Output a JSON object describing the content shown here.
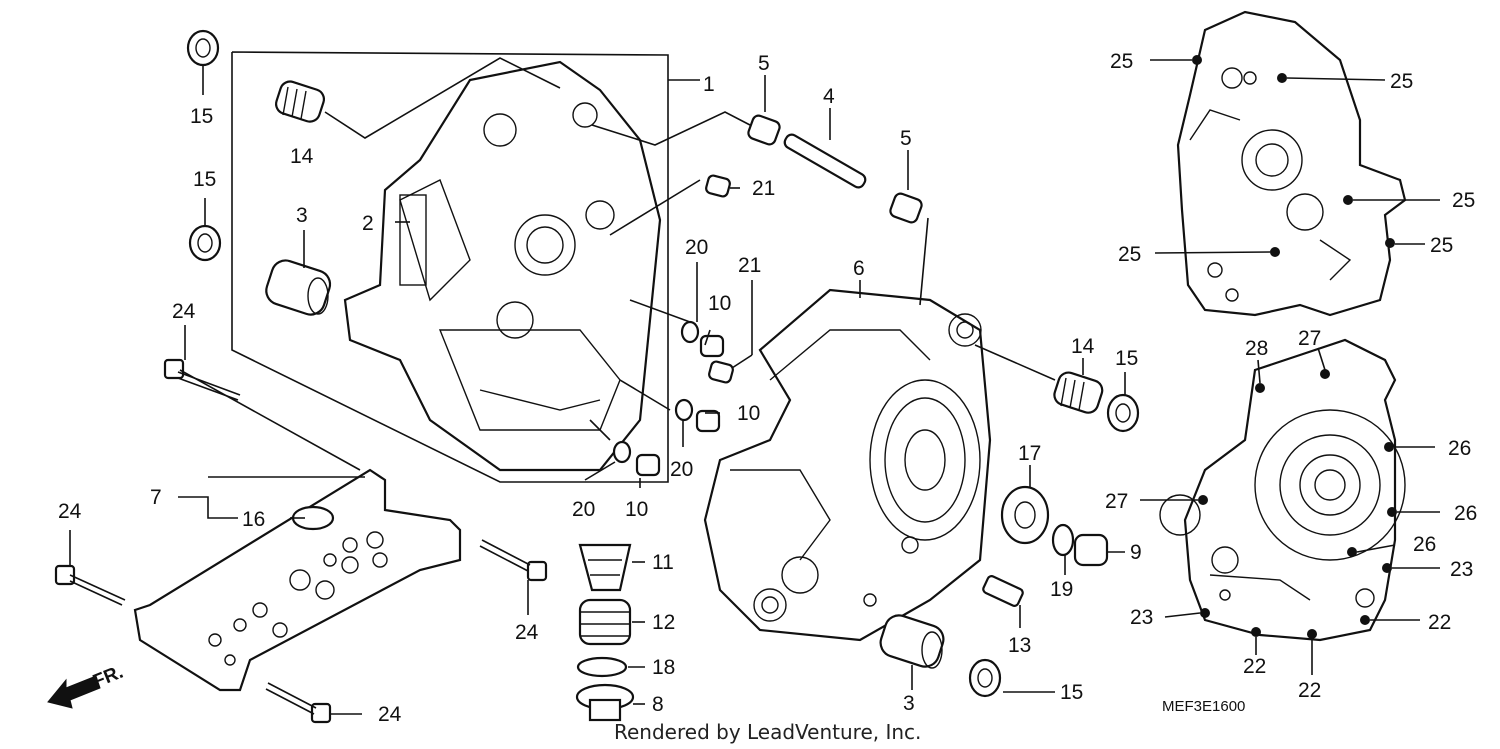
{
  "diagram": {
    "callouts": [
      "1",
      "2",
      "3",
      "3",
      "4",
      "5",
      "5",
      "6",
      "7",
      "8",
      "9",
      "10",
      "10",
      "10",
      "11",
      "12",
      "13",
      "14",
      "14",
      "15",
      "15",
      "15",
      "15",
      "16",
      "17",
      "18",
      "19",
      "20",
      "20",
      "20",
      "21",
      "21",
      "22",
      "22",
      "22",
      "23",
      "23",
      "24",
      "24",
      "24",
      "24",
      "25",
      "25",
      "25",
      "25",
      "25",
      "26",
      "26",
      "26",
      "27",
      "27",
      "28"
    ],
    "direction_label": "FR.",
    "diagram_code": "MEF3E1600",
    "credit": "Rendered by LeadVenture, Inc."
  },
  "colors": {
    "ink": "#111111",
    "background": "#ffffff"
  }
}
